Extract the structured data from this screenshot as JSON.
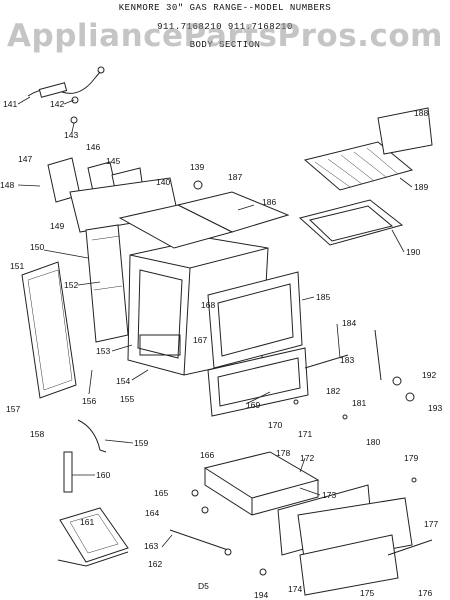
{
  "header": {
    "title": "KENMORE 30\" GAS RANGE--MODEL NUMBERS",
    "models": "911.7168210  911.7168210",
    "section": "BODY SECTION"
  },
  "watermark": "AppliancePartsPros.com",
  "page_code": "D5",
  "part_labels": [
    "141",
    "142",
    "143",
    "146",
    "145",
    "147",
    "148",
    "149",
    "150",
    "151",
    "152",
    "153",
    "154",
    "155",
    "156",
    "157",
    "158",
    "159",
    "160",
    "161",
    "162",
    "163",
    "164",
    "165",
    "166",
    "167",
    "168",
    "169",
    "170",
    "171",
    "172",
    "173",
    "174",
    "175",
    "176",
    "177",
    "178",
    "179",
    "180",
    "181",
    "182",
    "183",
    "184",
    "185",
    "186",
    "187",
    "188",
    "189",
    "190",
    "192",
    "193",
    "194",
    "139",
    "140"
  ]
}
